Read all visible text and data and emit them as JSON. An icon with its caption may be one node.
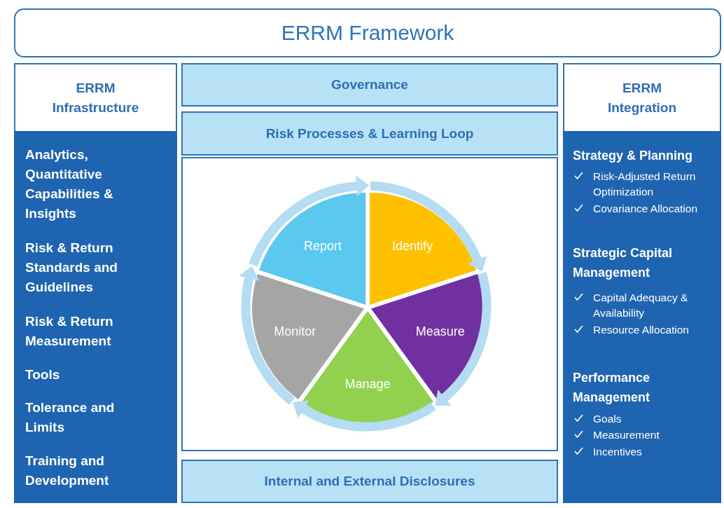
{
  "diagram": {
    "nodes": [
      {
        "text": [
          "ERRM Framework"
        ]
      },
      {
        "text": [
          "ERRM Infrastructure"
        ]
      },
      {
        "text": [
          "Analytics, Quantitative Capabilities & Insights",
          "Risk & Return Standards and Guidelines",
          "Risk & Return Measurement",
          "Tools",
          "Tolerance and Limits",
          "Training and Development"
        ]
      },
      {
        "text": [
          "Governance"
        ]
      },
      {
        "text": [
          "Risk Processes & Learning Loop"
        ]
      },
      {
        "text": [],
        "shape": "box"
      },
      {
        "text": [
          "Report"
        ],
        "in": 5
      },
      {
        "text": [
          "Identify"
        ],
        "in": 5
      },
      {
        "text": [
          "Monitor"
        ],
        "in": 5
      },
      {
        "text": [
          "Measure"
        ],
        "in": 5
      },
      {
        "text": [
          "Manage"
        ],
        "in": 5
      },
      {
        "text": [
          "Internal and External Disclosures"
        ]
      },
      {
        "text": [
          "ERRM Integration"
        ]
      },
      {
        "text": [
          "Strategy & Planning",
          "Risk-Adjusted Return Optimization",
          "Covariance Allocation",
          "Strategic Capital Management",
          "Capital Adequacy & Availability",
          "Resource Allocation",
          "Performance Management",
          "Goals",
          "Measurement",
          "Incentives"
        ]
      }
    ],
    "edges": [
      {
        "from": 6,
        "to": 7,
        "arrow": "to"
      },
      {
        "from": 7,
        "to": 9,
        "arrow": "to"
      },
      {
        "from": 9,
        "to": 10,
        "arrow": "to"
      },
      {
        "from": 10,
        "to": 8,
        "arrow": "to"
      },
      {
        "from": 8,
        "to": 6,
        "arrow": "to"
      }
    ]
  }
}
